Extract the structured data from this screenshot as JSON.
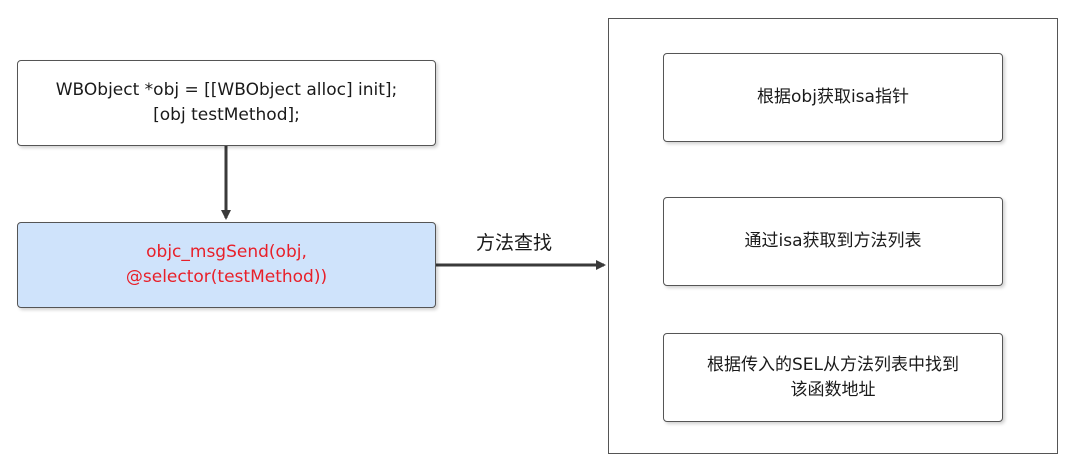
{
  "code_box": {
    "line1": "WBObject *obj = [[WBObject alloc] init];",
    "line2": "[obj testMethod];"
  },
  "send_box": {
    "line1": "objc_msgSend(obj,",
    "line2": "@selector(testMethod))"
  },
  "arrow_label": "方法查找",
  "steps": [
    {
      "line1": "根据obj获取isa指针",
      "line2": ""
    },
    {
      "line1": "通过isa获取到方法列表",
      "line2": ""
    },
    {
      "line1": "根据传入的SEL从方法列表中找到",
      "line2": "该函数地址"
    }
  ],
  "colors": {
    "highlight_fill": "#cfe3fb",
    "highlight_text": "#e8202a",
    "stroke": "#555555",
    "arrow": "#3a3a3a"
  }
}
